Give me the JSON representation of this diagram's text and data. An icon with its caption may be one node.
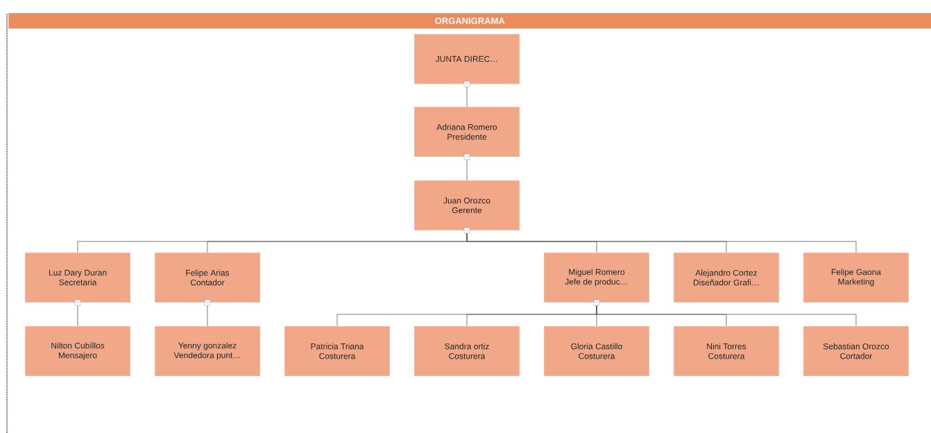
{
  "diagram": {
    "title": "ORGANIGRAMA",
    "nodes": [
      {
        "text": [
          "JUNTA DIREC…"
        ]
      },
      {
        "text": [
          "Adriana Romero",
          "Presidente"
        ]
      },
      {
        "text": [
          "Juan Orozco",
          "Gerente"
        ]
      },
      {
        "text": [
          "Luz Dary Duran",
          "Secretaria"
        ]
      },
      {
        "text": [
          "Felipe Arias",
          "Contador"
        ]
      },
      {
        "text": [
          "Miguel Romero",
          "Jefe de produc…"
        ]
      },
      {
        "text": [
          "Alejandro Cortez",
          "Diseñador Grafi…"
        ]
      },
      {
        "text": [
          "Felipe Gaona",
          "Marketing"
        ]
      },
      {
        "text": [
          "Nilton Cubíllos",
          "Mensajero"
        ]
      },
      {
        "text": [
          "Yenny gonzalez",
          "Vendedora punt…"
        ]
      },
      {
        "text": [
          "Patricia Triana",
          "Costurera"
        ]
      },
      {
        "text": [
          "Sandra ortiz",
          "Costurera"
        ]
      },
      {
        "text": [
          "Gloria Castillo",
          "Costurera"
        ]
      },
      {
        "text": [
          "Nini Torres",
          "Costurera"
        ]
      },
      {
        "text": [
          "Sebastian Orozco",
          "Cortador"
        ]
      }
    ],
    "edges": [
      {
        "from": 0,
        "to": 1,
        "arrow": "none"
      },
      {
        "from": 1,
        "to": 2,
        "arrow": "none"
      },
      {
        "from": 2,
        "to": 3,
        "arrow": "none"
      },
      {
        "from": 2,
        "to": 4,
        "arrow": "none"
      },
      {
        "from": 2,
        "to": 5,
        "arrow": "none"
      },
      {
        "from": 2,
        "to": 6,
        "arrow": "none"
      },
      {
        "from": 2,
        "to": 7,
        "arrow": "none"
      },
      {
        "from": 3,
        "to": 8,
        "arrow": "none"
      },
      {
        "from": 4,
        "to": 9,
        "arrow": "none"
      },
      {
        "from": 5,
        "to": 10,
        "arrow": "none"
      },
      {
        "from": 5,
        "to": 11,
        "arrow": "none"
      },
      {
        "from": 5,
        "to": 12,
        "arrow": "none"
      },
      {
        "from": 5,
        "to": 13,
        "arrow": "none"
      },
      {
        "from": 5,
        "to": 14,
        "arrow": "none"
      }
    ]
  }
}
